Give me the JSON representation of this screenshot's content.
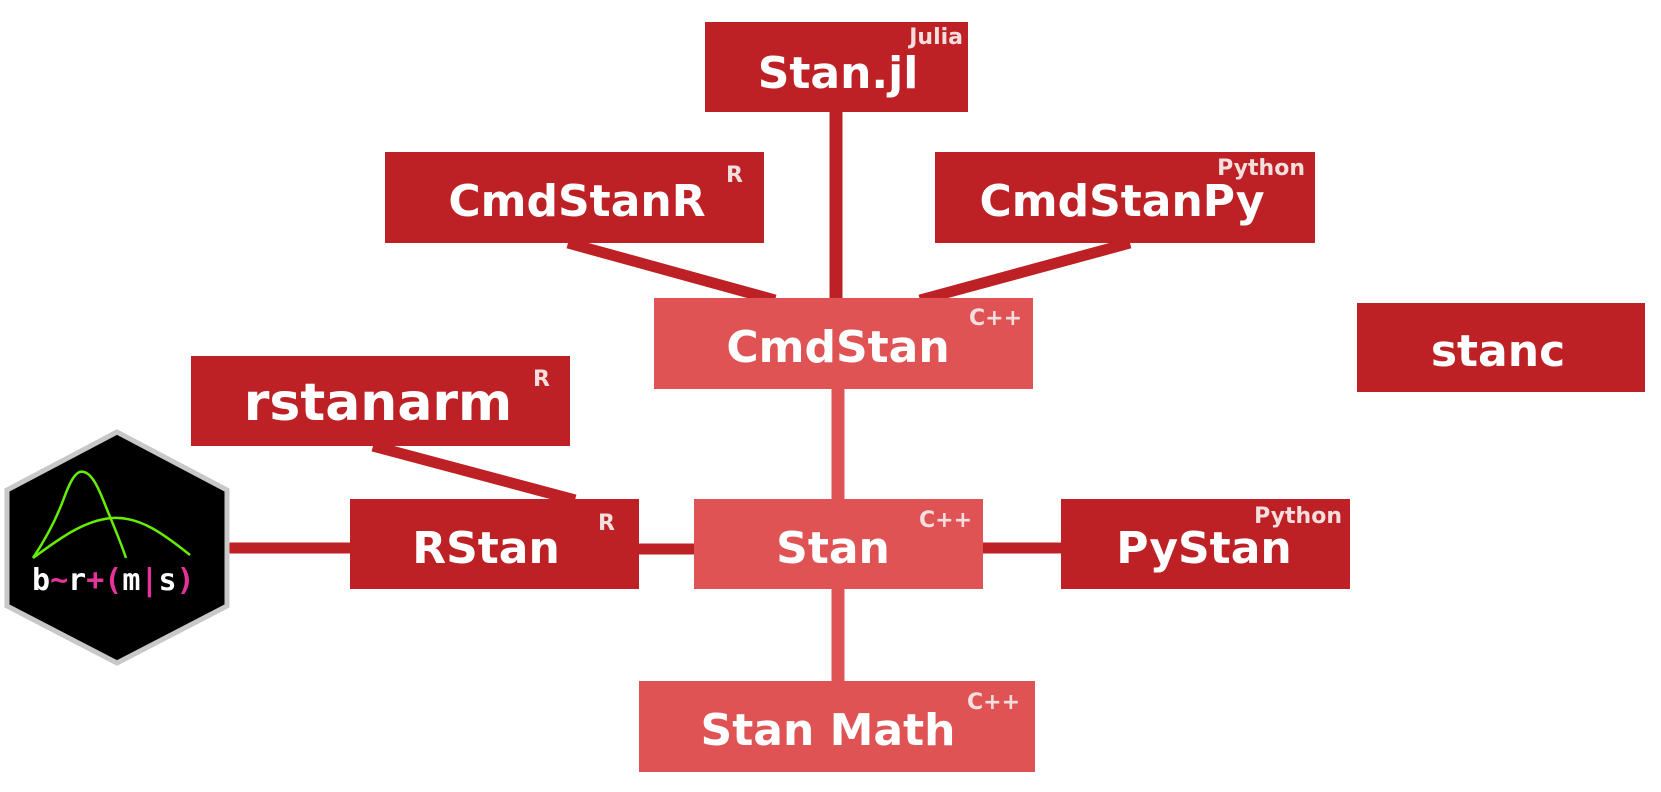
{
  "colors": {
    "dark_box": "#be2125",
    "light_box": "#e05354",
    "dark_link": "#be2125",
    "light_link": "#e05354",
    "text": "#ffffff",
    "tag_text": "#f4dede",
    "logo_bg": "#000000",
    "logo_border": "#c8c8c8",
    "logo_curve": "#66ee00",
    "logo_white": "#ffffff",
    "logo_pink": "#e6339a"
  },
  "nodes": {
    "stanjl": {
      "label": "Stan.jl",
      "tag": "Julia"
    },
    "cmdstanr": {
      "label": "CmdStanR",
      "tag": "R"
    },
    "cmdstanpy": {
      "label": "CmdStanPy",
      "tag": "Python"
    },
    "cmdstan": {
      "label": "CmdStan",
      "tag": "C++"
    },
    "stanc": {
      "label": "stanc",
      "tag": ""
    },
    "rstanarm": {
      "label": "rstanarm",
      "tag": "R"
    },
    "rstan": {
      "label": "RStan",
      "tag": "R"
    },
    "stan": {
      "label": "Stan",
      "tag": "C++"
    },
    "pystan": {
      "label": "PyStan",
      "tag": "Python"
    },
    "stanmath": {
      "label": "Stan Math",
      "tag": "C++"
    }
  },
  "brms_logo": {
    "chars": [
      "b",
      "~",
      "r",
      "+",
      "(",
      "m",
      "|",
      "s",
      ")"
    ]
  }
}
